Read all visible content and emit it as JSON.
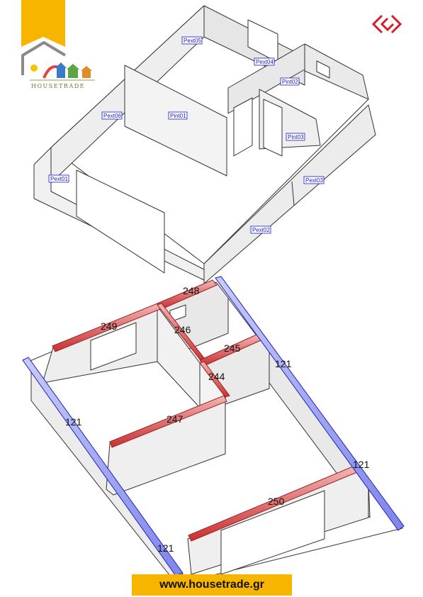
{
  "brand": {
    "logo_text": "HOUSETRADE",
    "website": "www.housetrade.gr",
    "accent_color": "#f7b500",
    "mark_color": "#d0202a"
  },
  "top_plan": {
    "wall_labels": [
      {
        "id": "pext05",
        "text": "Pext05"
      },
      {
        "id": "pext04",
        "text": "Pext04"
      },
      {
        "id": "pint02",
        "text": "Pint02"
      },
      {
        "id": "pext06",
        "text": "Pext06"
      },
      {
        "id": "pint01",
        "text": "Pint01"
      },
      {
        "id": "pint03",
        "text": "Pint03"
      },
      {
        "id": "pext01",
        "text": "Pext01"
      },
      {
        "id": "pext03",
        "text": "Pext03"
      },
      {
        "id": "pext02",
        "text": "Pext02"
      }
    ]
  },
  "bottom_plan": {
    "dimensions": [
      {
        "id": "d248",
        "text": "248",
        "color": "#d03030"
      },
      {
        "id": "d249",
        "text": "249",
        "color": "#d03030"
      },
      {
        "id": "d246",
        "text": "246",
        "color": "#d03030"
      },
      {
        "id": "d245",
        "text": "245",
        "color": "#d03030"
      },
      {
        "id": "d244",
        "text": "244",
        "color": "#d03030"
      },
      {
        "id": "d247",
        "text": "247",
        "color": "#d03030"
      },
      {
        "id": "d250",
        "text": "250",
        "color": "#d03030"
      },
      {
        "id": "d121a",
        "text": "121",
        "color": "#3030e0"
      },
      {
        "id": "d121b",
        "text": "121",
        "color": "#3030e0"
      },
      {
        "id": "d121c",
        "text": "121",
        "color": "#3030e0"
      },
      {
        "id": "d121d",
        "text": "121",
        "color": "#3030e0"
      }
    ]
  }
}
